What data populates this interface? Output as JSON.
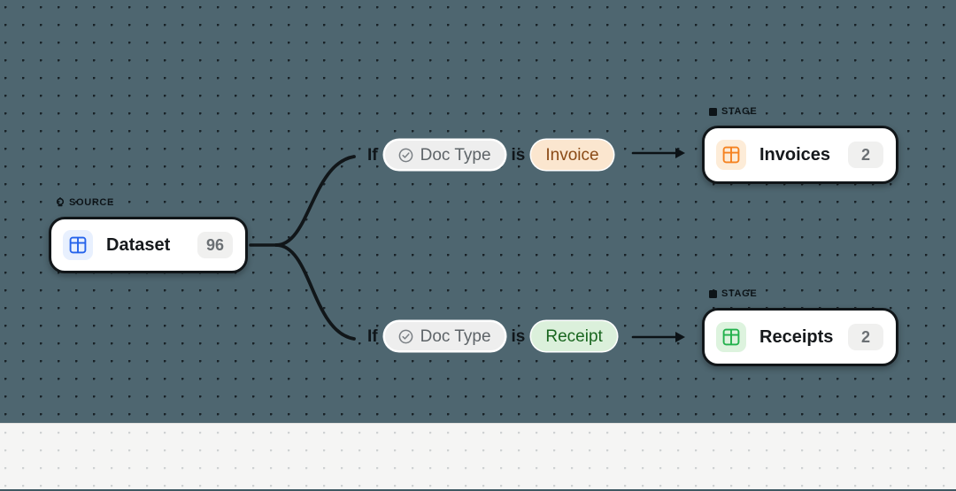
{
  "canvas": {
    "background_color": "#4e6670",
    "dot_color": "#0f161a",
    "bottom_panel_color": "#f5f5f4"
  },
  "source_group": {
    "label": "SOURCE",
    "icon": "lightbulb-icon",
    "node": {
      "icon": "table-icon",
      "icon_color": "#2563eb",
      "icon_bg": "#e8f0fe",
      "title": "Dataset",
      "count": "96"
    }
  },
  "branches": [
    {
      "id": "invoice",
      "condition": {
        "if_label": "If",
        "field_icon": "check-circle-icon",
        "field_label": "Doc Type",
        "operator_label": "is",
        "value_label": "Invoice",
        "value_color": "#8a4a16",
        "value_bg": "#fbe6cf"
      },
      "arrow": "arrow-right-icon",
      "stage": {
        "label": "STAGE",
        "icon": "square-icon",
        "node": {
          "icon": "table-icon",
          "icon_color": "#f58220",
          "icon_bg": "#fdecd8",
          "title": "Invoices",
          "count": "2"
        }
      }
    },
    {
      "id": "receipt",
      "condition": {
        "if_label": "If",
        "field_icon": "check-circle-icon",
        "field_label": "Doc Type",
        "operator_label": "is",
        "value_label": "Receipt",
        "value_color": "#19661f",
        "value_bg": "#dbf0db"
      },
      "arrow": "arrow-right-icon",
      "stage": {
        "label": "STAGE",
        "icon": "square-icon",
        "node": {
          "icon": "table-icon",
          "icon_color": "#22b14c",
          "icon_bg": "#ddf3de",
          "title": "Receipts",
          "count": "2"
        }
      }
    }
  ]
}
